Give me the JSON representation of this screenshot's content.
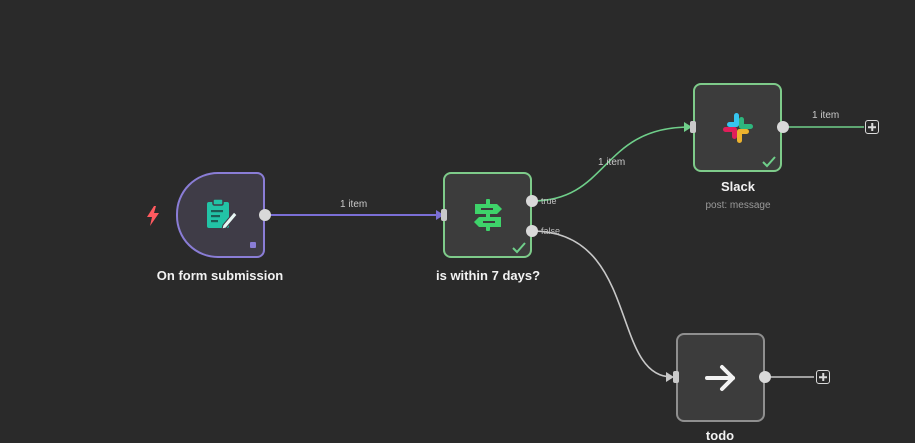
{
  "nodes": {
    "form": {
      "title": "On form submission"
    },
    "filter": {
      "title": "is within 7 days?",
      "port_true": "true",
      "port_false": "false"
    },
    "slack": {
      "title": "Slack",
      "subtitle": "post: message"
    },
    "todo": {
      "title": "todo"
    }
  },
  "edges": {
    "form_to_filter": "1 item",
    "filter_to_slack": "1 item",
    "slack_out": "1 item"
  },
  "colors": {
    "canvas": "#2a2a2a",
    "node_border_success": "#7ecb8a",
    "trigger_border": "#8a7dd6",
    "edge_trigger": "#7b6fd6",
    "edge_success": "#6fcf8a",
    "edge_default": "#c8c8c8",
    "bolt": "#ff5a5f"
  },
  "icons": {
    "trigger": "lightning-bolt-icon",
    "form": "form-edit-icon",
    "filter": "signpost-icon",
    "slack": "slack-logo-icon",
    "todo": "arrow-right-icon",
    "success": "checkmark-icon",
    "add": "plus-square-icon"
  }
}
